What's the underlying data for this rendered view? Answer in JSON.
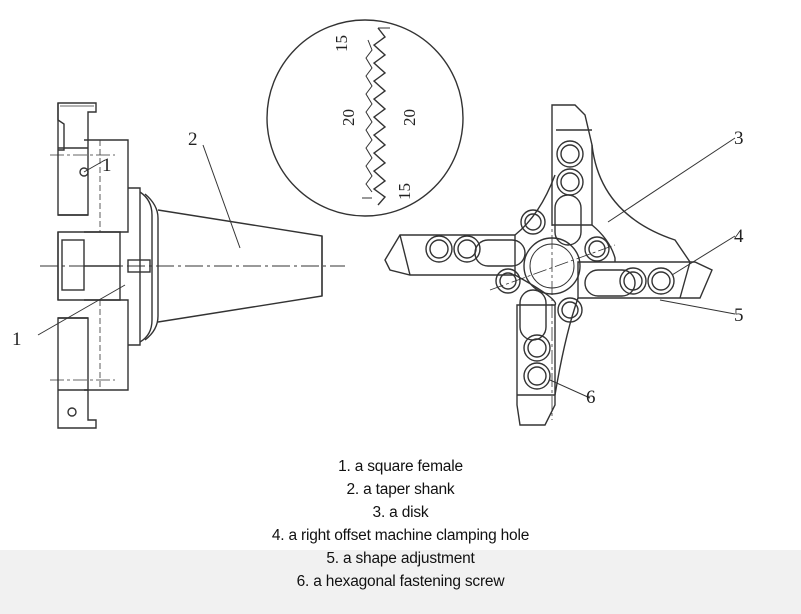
{
  "figure": {
    "callouts": {
      "left_1_top": "1",
      "left_2": "2",
      "left_1_bottom": "1",
      "right_3": "3",
      "right_4": "4",
      "right_5": "5",
      "right_6": "6"
    },
    "detail_numbers": {
      "top_right": "15",
      "left_mid": "20",
      "right_mid": "20",
      "bottom_left": "15"
    }
  },
  "legend": [
    "1. a square female",
    "2. a taper shank",
    "3. a disk",
    "4. a right offset machine clamping hole",
    "5. a shape adjustment",
    "6. a hexagonal fastening screw"
  ]
}
